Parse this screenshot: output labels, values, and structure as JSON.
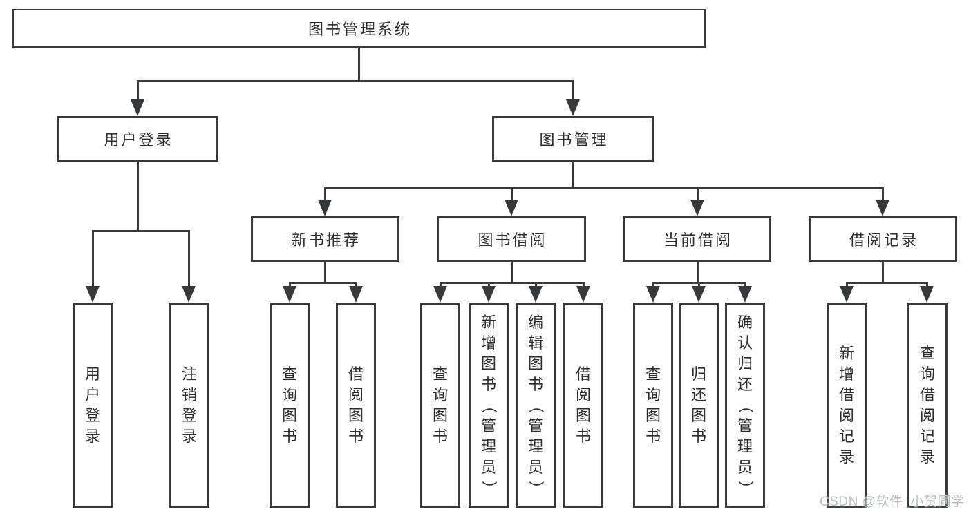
{
  "diagram": {
    "root": {
      "label": "图书管理系统"
    },
    "level2": [
      {
        "label": "用户登录"
      },
      {
        "label": "图书管理"
      }
    ],
    "level3": [
      {
        "label": "新书推荐",
        "parent": "图书管理"
      },
      {
        "label": "图书借阅",
        "parent": "图书管理"
      },
      {
        "label": "当前借阅",
        "parent": "图书管理"
      },
      {
        "label": "借阅记录",
        "parent": "图书管理"
      }
    ],
    "leaves": [
      {
        "label": "用户登录",
        "parent": "用户登录"
      },
      {
        "label": "注销登录",
        "parent": "用户登录"
      },
      {
        "label": "查询图书",
        "parent": "新书推荐"
      },
      {
        "label": "借阅图书",
        "parent": "新书推荐"
      },
      {
        "label": "查询图书",
        "parent": "图书借阅"
      },
      {
        "label": "新增图书（管理员）",
        "parent": "图书借阅"
      },
      {
        "label": "编辑图书（管理员）",
        "parent": "图书借阅"
      },
      {
        "label": "借阅图书",
        "parent": "图书借阅"
      },
      {
        "label": "查询图书",
        "parent": "当前借阅"
      },
      {
        "label": "归还图书",
        "parent": "当前借阅"
      },
      {
        "label": "确认归还（管理员）",
        "parent": "当前借阅"
      },
      {
        "label": "新增借阅记录",
        "parent": "借阅记录"
      },
      {
        "label": "查询借阅记录",
        "parent": "借阅记录"
      }
    ],
    "watermark": "CSDN @软件_小贺同学",
    "colors": {
      "line": "#37383a",
      "text": "#2b2b2b",
      "watermark": "#b7bbc3"
    }
  }
}
